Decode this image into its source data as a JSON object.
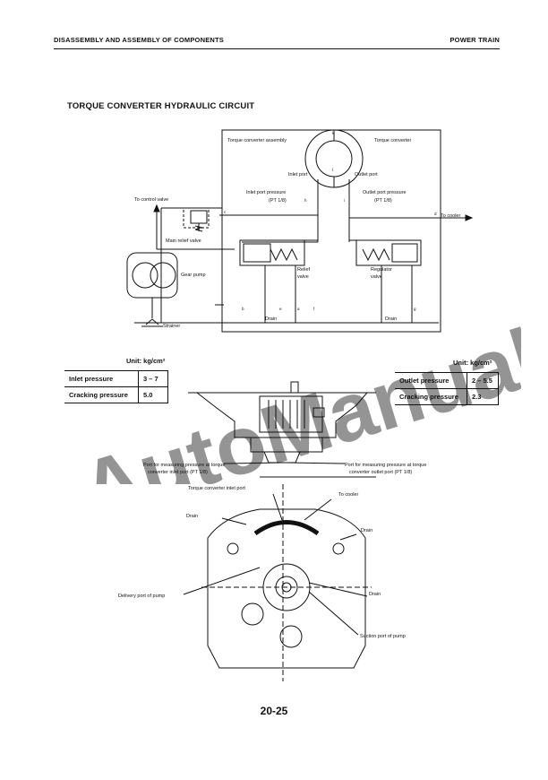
{
  "header": {
    "left": "DISASSEMBLY AND ASSEMBLY OF COMPONENTS",
    "right": "POWER TRAIN"
  },
  "title": "TORQUE CONVERTER HYDRAULIC CIRCUIT",
  "circuit": {
    "torque_converter_assembly": "Torque converter assembly",
    "torque_converter": "Torque converter",
    "inlet_port": "Inlet port",
    "outlet_port": "Outlet port",
    "inlet_port_pressure": "Inlet port pressure",
    "inlet_pt": "(PT 1/8)",
    "outlet_port_pressure": "Outlet port pressure",
    "outlet_pt": "(PT 1/8)",
    "to_control_valve": "To control valve",
    "to_cooler": "To cooler",
    "main_relief_valve": "Main relief valve",
    "gear_pump": "Gear pump",
    "relief_valve": [
      "Relief",
      "valve"
    ],
    "regulator_valve": [
      "Regulator",
      "valve"
    ],
    "strainer": "Strainer",
    "drain_left": "Drain",
    "drain_right": "Drain",
    "letters": {
      "a": "a",
      "b": "b",
      "c": "c",
      "d": "d",
      "e": "e",
      "f": "f",
      "g": "g",
      "h": "h",
      "i": "i",
      "j": "j",
      "k": "k"
    }
  },
  "left_table": {
    "unit_label": "Unit:",
    "unit": "kg/cm²",
    "rows": [
      {
        "label": "Inlet pressure",
        "value": "3 – 7"
      },
      {
        "label": "Cracking pressure",
        "value": "5.0"
      }
    ]
  },
  "right_table": {
    "unit_label": "Unit:",
    "unit": "kg/cm²",
    "rows": [
      {
        "label": "Outlet pressure",
        "value": "2 – 5.5"
      },
      {
        "label": "Cracking pressure",
        "value": "2.3"
      }
    ]
  },
  "assembly": {
    "port_inlet": [
      "Port for measuring pressure at torque",
      "converter inlet port  (PT 1/8)"
    ],
    "port_outlet": [
      "Port for measuring pressure at torque",
      "converter outlet port  (PT 1/8)"
    ],
    "tc_inlet_port": "Torque converter inlet port",
    "to_cooler": "To cooler",
    "drain_tl": "Drain",
    "drain_tr": "Drain",
    "drain_r": "Drain",
    "delivery_port": "Delivery port of pump",
    "suction_port": "Suction port of pump"
  },
  "watermark": "AutoManual",
  "page_number": "20-25"
}
